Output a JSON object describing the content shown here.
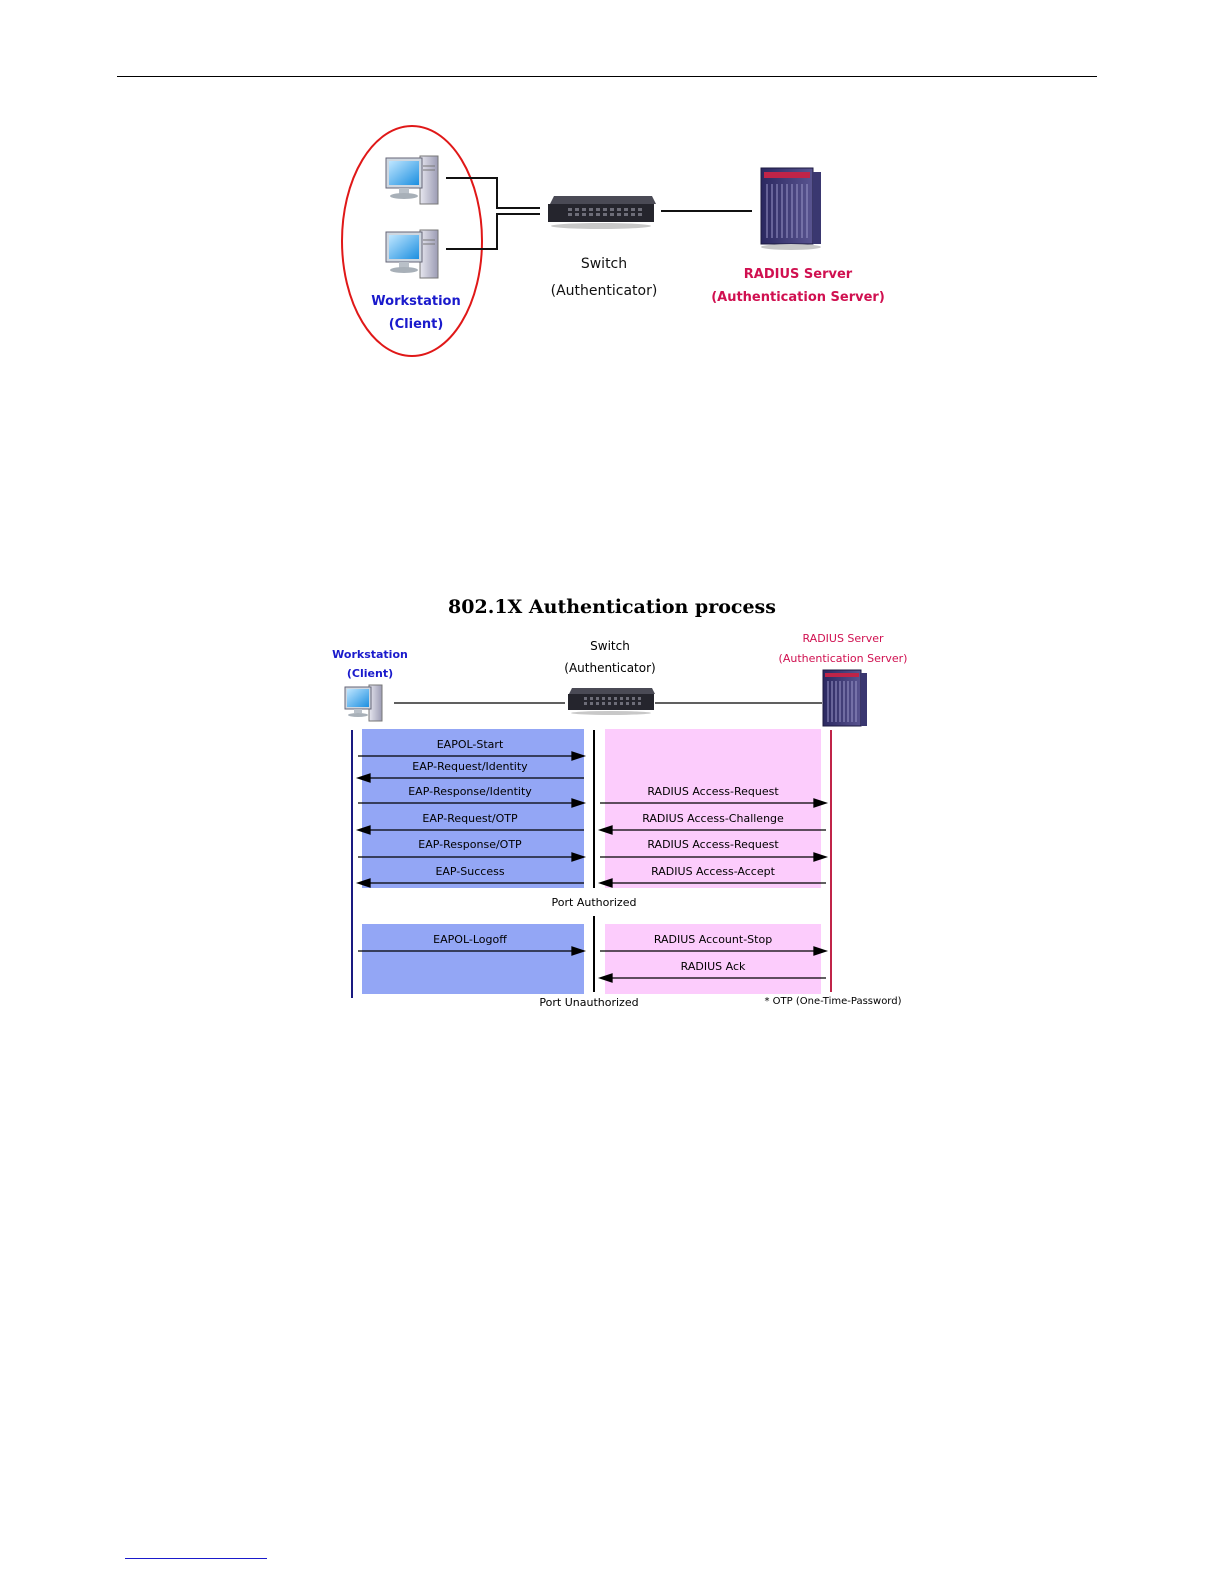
{
  "topology": {
    "switch_label_1": "Switch",
    "switch_label_2": "(Authenticator)",
    "client_label_1": "Workstation",
    "client_label_2": "(Client)",
    "radius_label_1": "RADIUS Server",
    "radius_label_2": "(Authentication Server)"
  },
  "process": {
    "title": "802.1X Authentication process",
    "client_label_1": "Workstation",
    "client_label_2": "(Client)",
    "switch_label_1": "Switch",
    "switch_label_2": "(Authenticator)",
    "radius_label_1": "RADIUS Server",
    "radius_label_2": "(Authentication Server)",
    "client_messages": [
      "EAPOL-Start",
      "EAP-Request/Identity",
      "EAP-Response/Identity",
      "EAP-Request/OTP",
      "EAP-Response/OTP",
      "EAP-Success",
      "EAPOL-Logoff"
    ],
    "server_messages": [
      "RADIUS Access-Request",
      "RADIUS Access-Challenge",
      "RADIUS Access-Request",
      "RADIUS Access-Accept",
      "RADIUS Account-Stop",
      "RADIUS Ack"
    ],
    "port_authorized": "Port Authorized",
    "port_unauthorized": "Port Unauthorized",
    "footnote": "* OTP (One-Time-Password)"
  },
  "colors": {
    "client_blue": "#1a1acc",
    "radius_red": "#d01050",
    "client_band": "#93a6f5",
    "server_band": "#fcccfc"
  }
}
